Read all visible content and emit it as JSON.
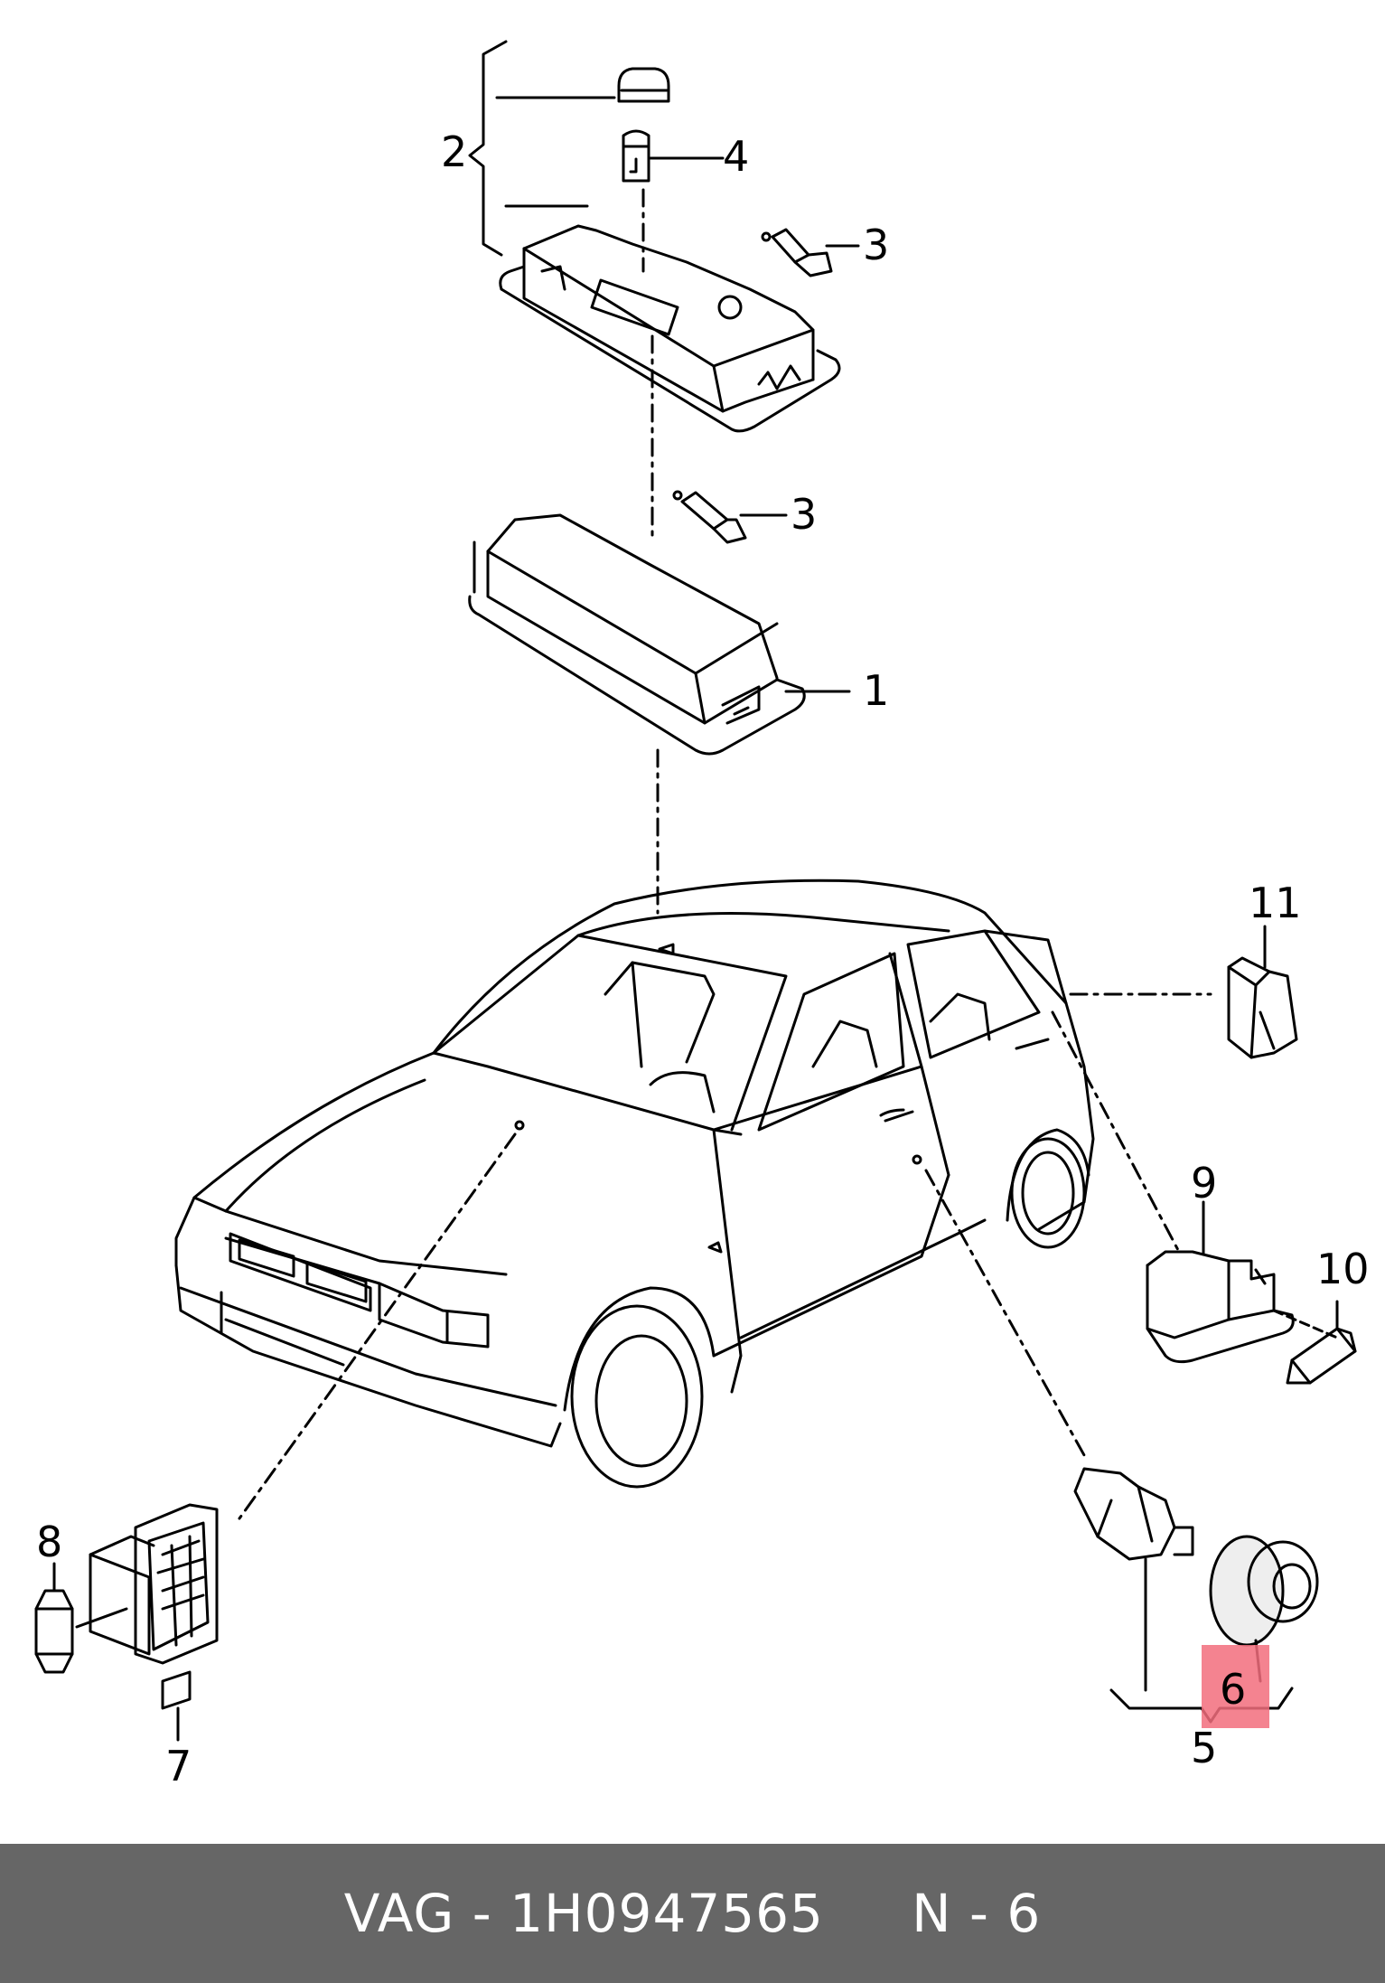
{
  "callouts": {
    "c1": "1",
    "c2": "2",
    "c3a": "3",
    "c3b": "3",
    "c4": "4",
    "c5": "5",
    "c6": "6",
    "c7": "7",
    "c8": "8",
    "c9": "9",
    "c10": "10",
    "c11": "11"
  },
  "highlight": {
    "target": "6",
    "color": "#f26d7d"
  },
  "footer": {
    "brand": "VAG",
    "part_number": "1H0947565",
    "ref": "N - 6",
    "text": "VAG - 1H0947565     N - 6"
  },
  "colors": {
    "line": "#000000",
    "footer_bg": "#666666",
    "footer_text": "#ffffff"
  }
}
